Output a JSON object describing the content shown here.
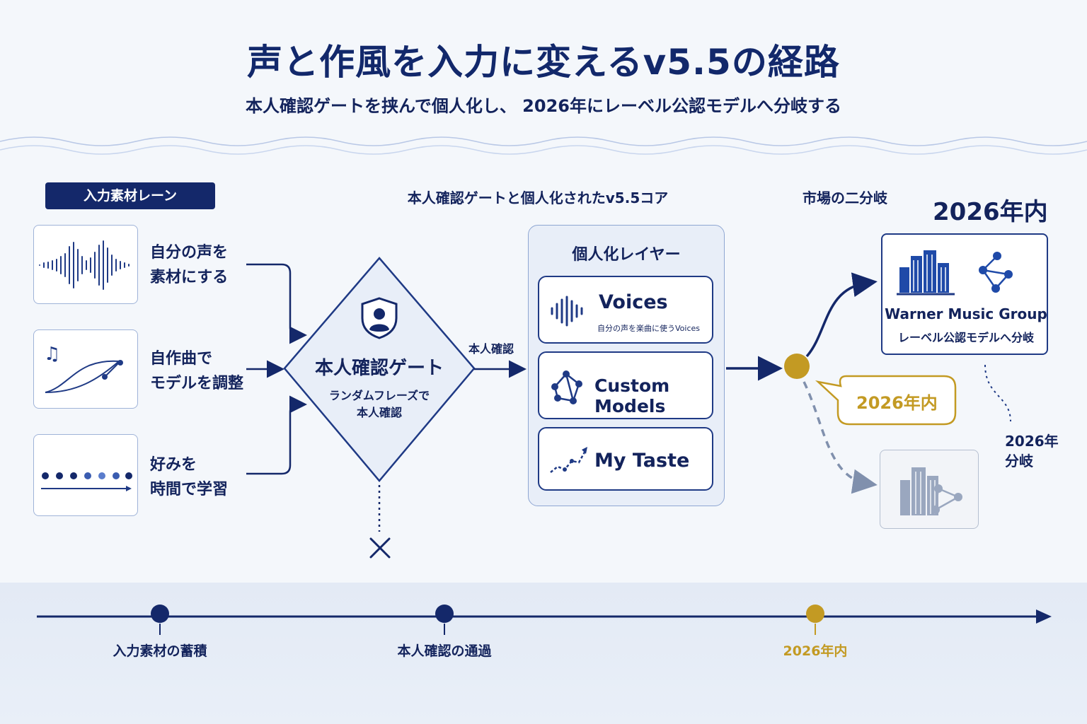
{
  "header": {
    "title": "声と作風を入力に変えるv5.5の経路",
    "subtitle": "本人確認ゲートを挟んで個人化し、 2026年にレーベル公認モデルへ分岐する"
  },
  "input_lane": {
    "tag": "入力素材レーン",
    "items": [
      {
        "line1": "自分の声を",
        "line2": "素材にする",
        "icon": "waveform-icon"
      },
      {
        "line1": "自作曲で",
        "line2": "モデルを調整",
        "icon": "music-curve-icon"
      },
      {
        "line1": "好みを",
        "line2": "時間で学習",
        "icon": "dots-timeline-icon"
      }
    ]
  },
  "gate": {
    "section_label": "本人確認ゲートと個人化されたv5.5コア",
    "title": "本人確認ゲート",
    "sub_line1": "ランダムフレーズで",
    "sub_line2": "本人確認",
    "arrow_label": "本人確認",
    "icon": "shield-user-icon"
  },
  "personal_layer": {
    "title": "個人化レイヤー",
    "items": [
      {
        "name": "Voices",
        "sub": "自分の声を楽曲に使うVoices",
        "icon": "voice-wave-icon"
      },
      {
        "name": "Custom Models",
        "sub": "",
        "icon": "network-icon"
      },
      {
        "name": "My Taste",
        "sub": "",
        "icon": "trend-icon"
      }
    ]
  },
  "market": {
    "section_label": "市場の二分岐",
    "year_heading": "2026年内",
    "wmg_name": "Warner Music Group",
    "wmg_sub": "レーベル公認モデルへ分岐",
    "bubble": "2026年内",
    "fork_line1": "2026年",
    "fork_line2": "分岐"
  },
  "timeline": {
    "points": [
      {
        "label": "入力素材の蓄積"
      },
      {
        "label": "本人確認の通過"
      },
      {
        "label": "2026年内"
      }
    ]
  },
  "colors": {
    "navy": "#14286a",
    "gold": "#c39a23",
    "background": "#f4f7fb"
  }
}
